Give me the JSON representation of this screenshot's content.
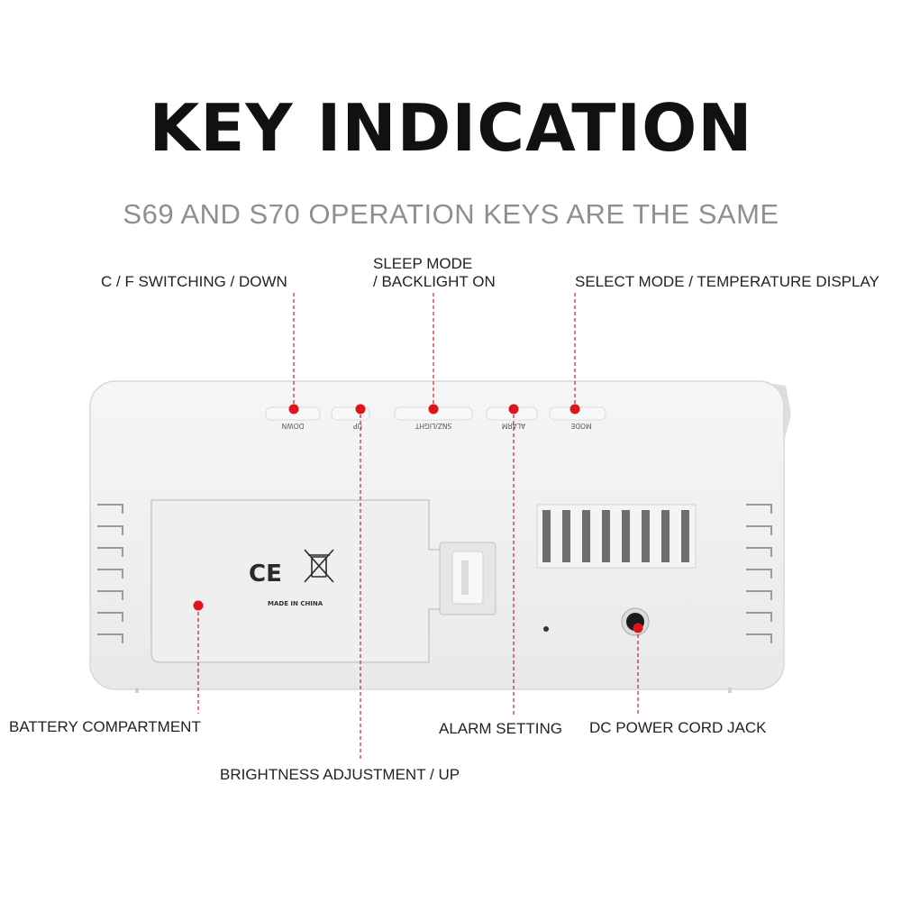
{
  "title": "KEY INDICATION",
  "subtitle": "S69 AND S70 OPERATION KEYS ARE THE SAME",
  "callouts": {
    "cf_down": "C / F SWITCHING / DOWN",
    "sleep_line1": "SLEEP MODE",
    "sleep_line2": "/ BACKLIGHT ON",
    "select_mode": "SELECT MODE / TEMPERATURE DISPLAY",
    "battery": "BATTERY COMPARTMENT",
    "brightness": "BRIGHTNESS ADJUSTMENT / UP",
    "alarm": "ALARM SETTING",
    "dc_jack": "DC POWER CORD JACK"
  },
  "device": {
    "keys": [
      "DOWN",
      "UP",
      "SNZ/LIGHT",
      "ALARM",
      "MODE"
    ],
    "marking": "MADE IN CHINA",
    "ce_mark": "CE"
  },
  "colors": {
    "accent": "#e0141c",
    "device_body": "#f1f1f1"
  }
}
